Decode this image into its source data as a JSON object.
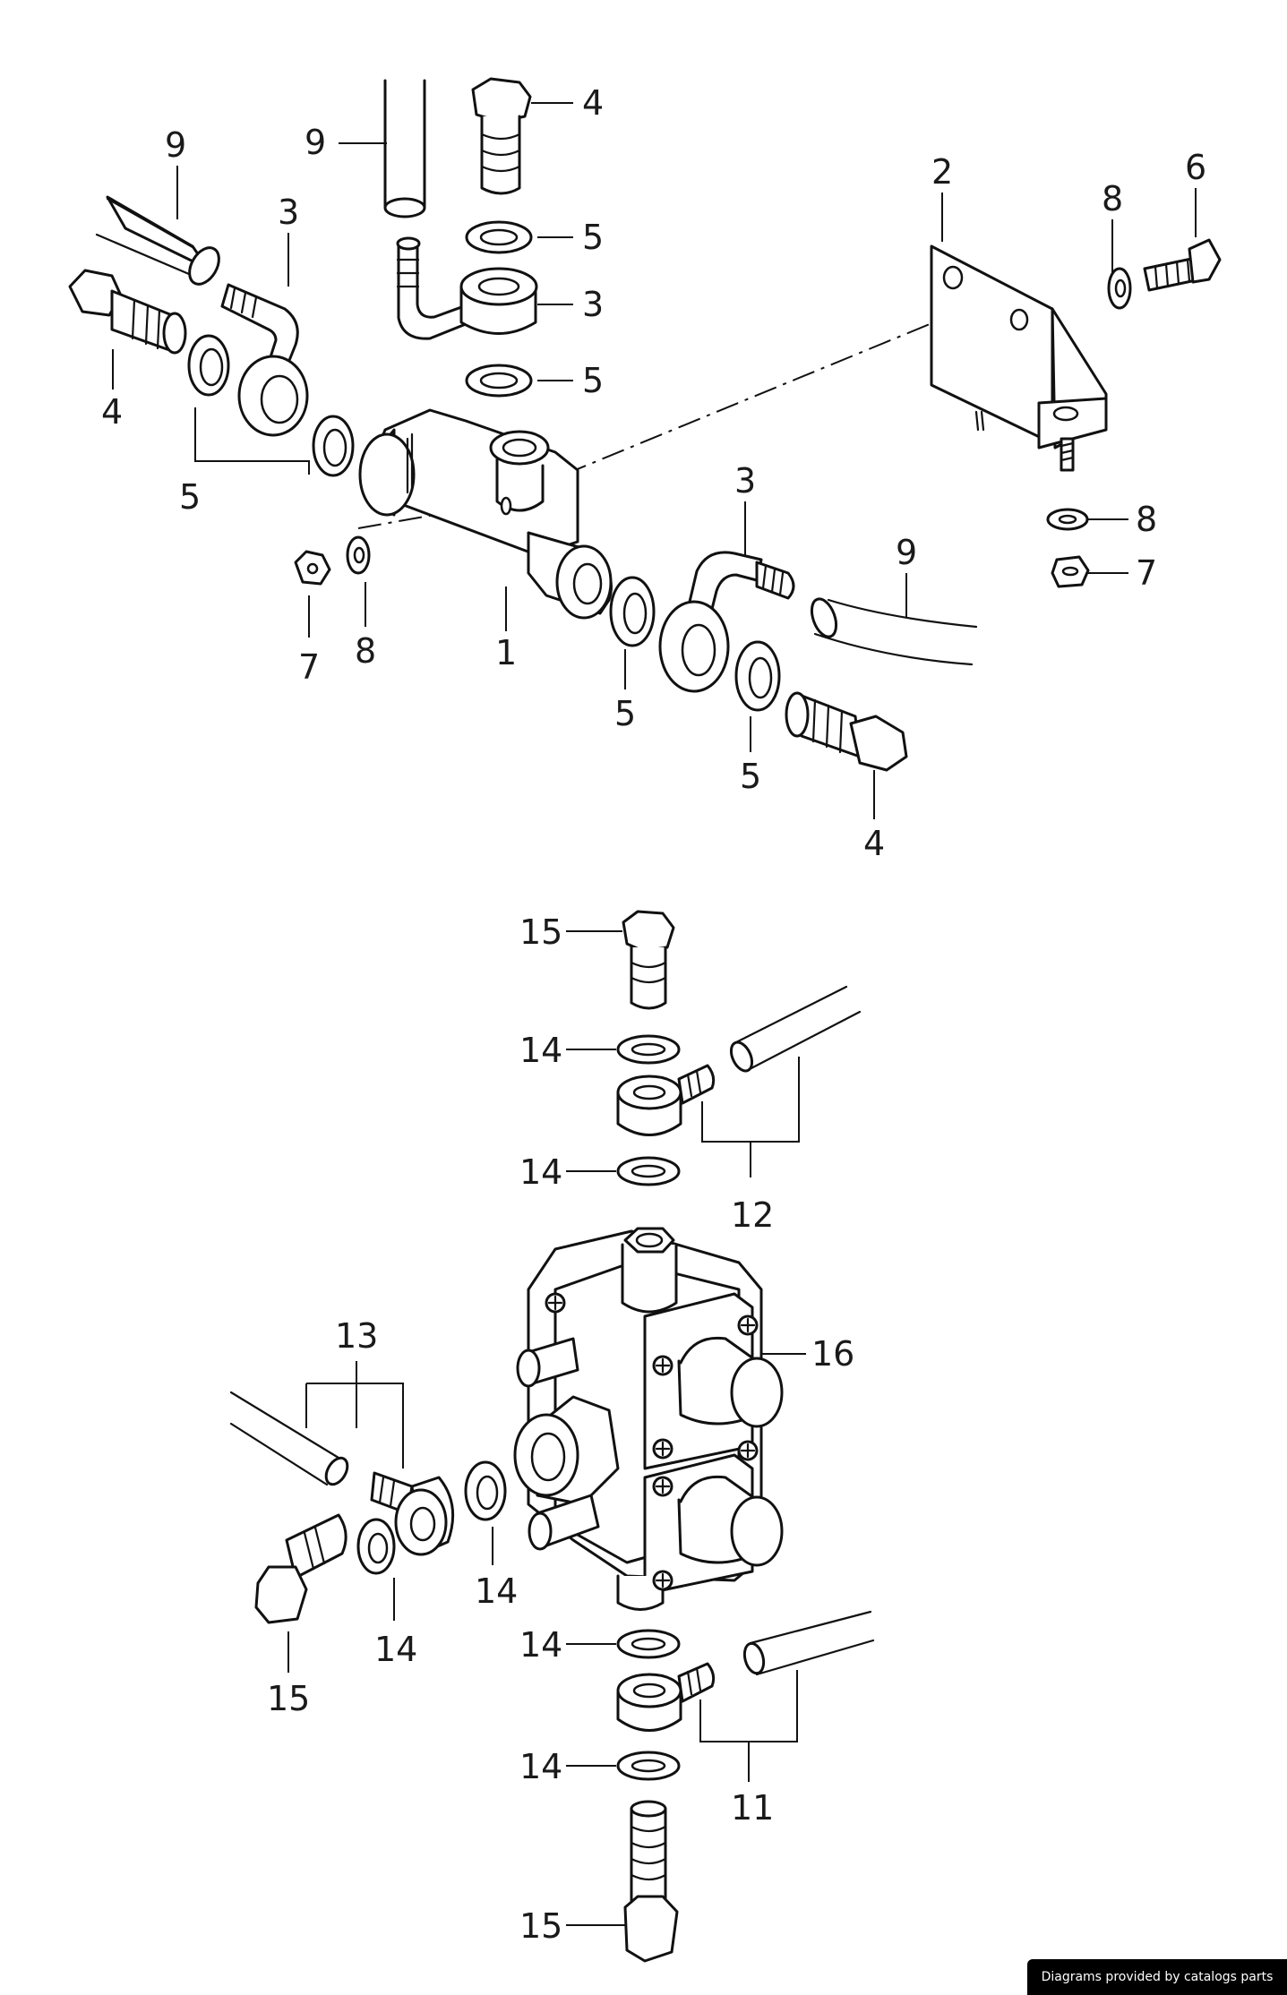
{
  "diagram": {
    "upper_assembly": {
      "callouts": [
        "9",
        "9",
        "4",
        "5",
        "3",
        "5",
        "3",
        "4",
        "5",
        "2",
        "8",
        "6",
        "8",
        "7",
        "3",
        "9",
        "7",
        "8",
        "1",
        "5",
        "5",
        "4"
      ]
    },
    "lower_assembly": {
      "callouts": [
        "15",
        "14",
        "14",
        "12",
        "13",
        "16",
        "14",
        "14",
        "15",
        "14",
        "11",
        "14",
        "15"
      ]
    }
  },
  "footer": {
    "credit": "Diagrams provided by catalogs parts"
  }
}
